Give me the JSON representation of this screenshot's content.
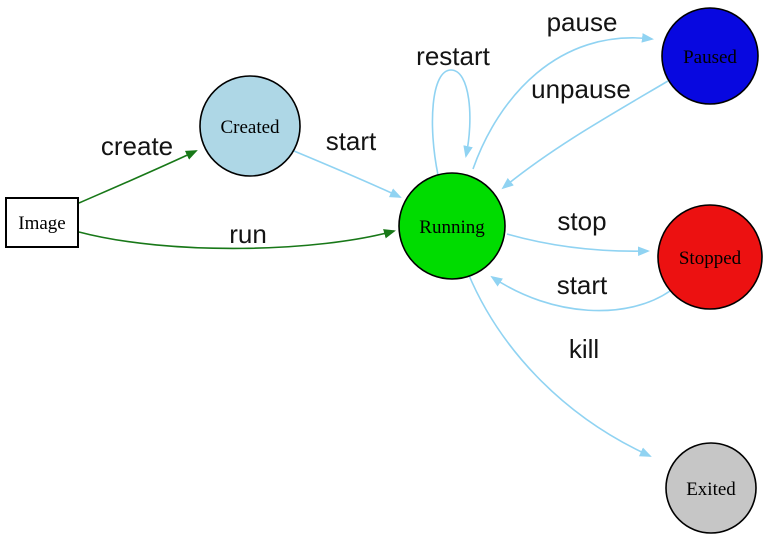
{
  "diagram": {
    "kind": "state-transition-diagram",
    "background": "#ffffff"
  },
  "palette": {
    "edge_blue": "#90d3f2",
    "edge_green": "#187818",
    "node_border": "#000000",
    "image_border": "#2626cc"
  },
  "nodes": {
    "image": {
      "label": "Image",
      "shape": "rectangle",
      "fill": "#ffffff",
      "border": "#2626cc"
    },
    "created": {
      "label": "Created",
      "shape": "circle",
      "fill": "#aed7e6",
      "border": "#000000"
    },
    "running": {
      "label": "Running",
      "shape": "circle",
      "fill": "#00dc00",
      "border": "#000000"
    },
    "paused": {
      "label": "Paused",
      "shape": "circle",
      "fill": "#0808e0",
      "border": "#000000"
    },
    "stopped": {
      "label": "Stopped",
      "shape": "circle",
      "fill": "#ec1111",
      "border": "#000000"
    },
    "exited": {
      "label": "Exited",
      "shape": "circle",
      "fill": "#c6c6c6",
      "border": "#000000"
    }
  },
  "edges": {
    "create": {
      "label": "create",
      "from": "Image",
      "to": "Created",
      "color": "#187818"
    },
    "run": {
      "label": "run",
      "from": "Image",
      "to": "Running",
      "color": "#187818"
    },
    "start_from_created": {
      "label": "start",
      "from": "Created",
      "to": "Running",
      "color": "#90d3f2"
    },
    "restart": {
      "label": "restart",
      "from": "Running",
      "to": "Running",
      "color": "#90d3f2"
    },
    "pause": {
      "label": "pause",
      "from": "Running",
      "to": "Paused",
      "color": "#90d3f2"
    },
    "unpause": {
      "label": "unpause",
      "from": "Paused",
      "to": "Running",
      "color": "#90d3f2"
    },
    "stop": {
      "label": "stop",
      "from": "Running",
      "to": "Stopped",
      "color": "#90d3f2"
    },
    "start_from_stopped": {
      "label": "start",
      "from": "Stopped",
      "to": "Running",
      "color": "#90d3f2"
    },
    "kill": {
      "label": "kill",
      "from": "Running",
      "to": "Exited",
      "color": "#90d3f2"
    }
  }
}
